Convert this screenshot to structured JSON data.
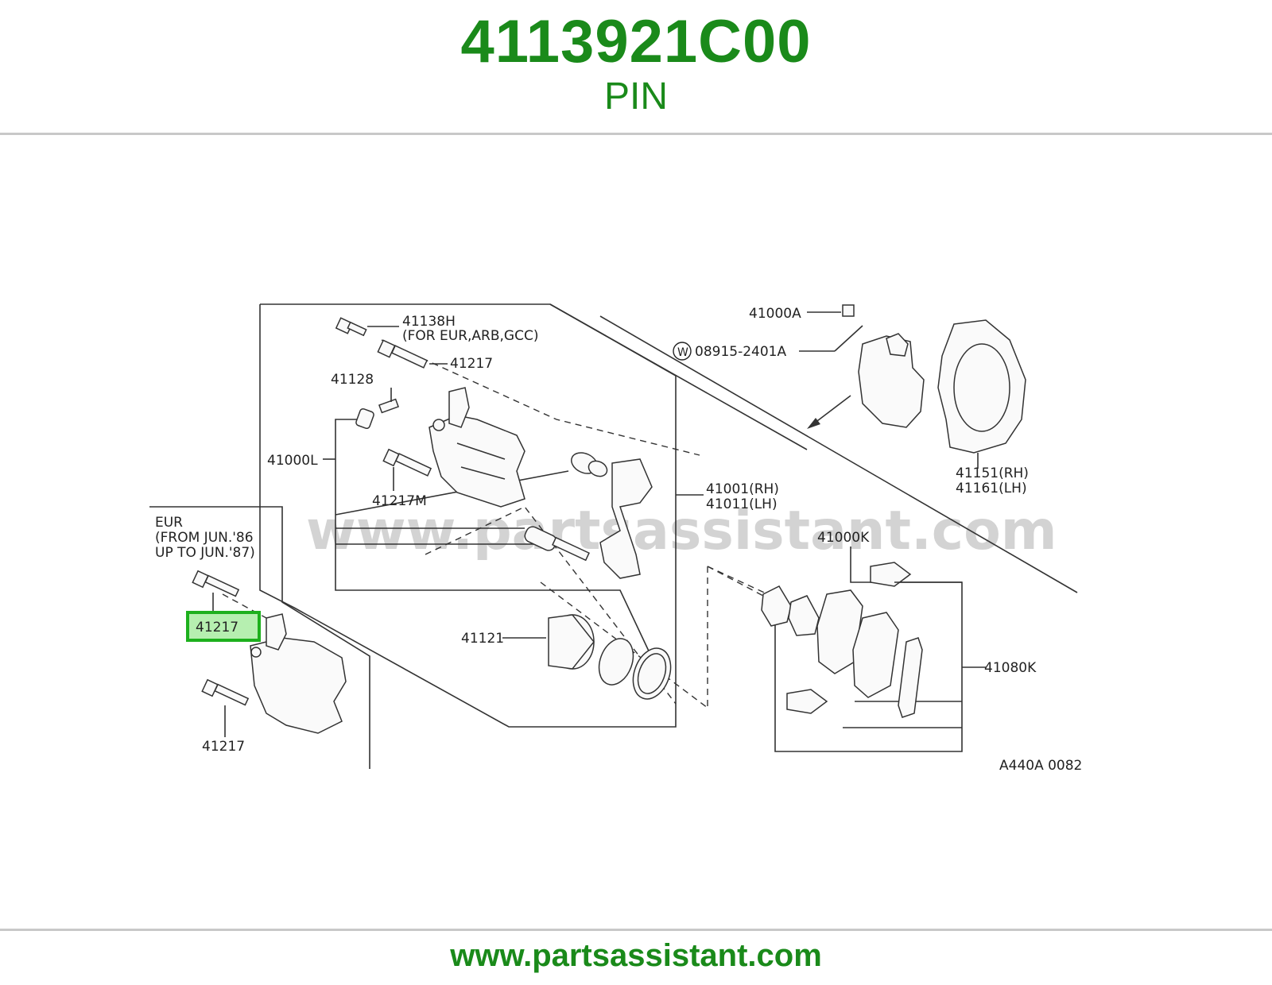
{
  "header": {
    "part_number": "4113921C00",
    "part_name": "PIN"
  },
  "footer": {
    "url": "www.partsassistant.com"
  },
  "diagram": {
    "watermark": "www.partsassistant.com",
    "highlight_color": "#1db01d",
    "accent_color": "#1a8a1a",
    "callouts": {
      "c41138h": "41138H",
      "c41138h_note": "(FOR EUR,ARB,GCC)",
      "c41217_top": "41217",
      "c41128": "41128",
      "c41000l": "41000L",
      "c41217m": "41217M",
      "c41121": "41121",
      "c41001": "41001(RH)",
      "c41011": "41011(LH)",
      "c41000a": "41000A",
      "c08915_w": "W",
      "c08915": "08915-2401A",
      "c41151": "41151(RH)",
      "c41161": "41161(LH)",
      "c41000k": "41000K",
      "c41080k": "41080K",
      "eur_title": "EUR",
      "eur_line2": "(FROM JUN.'86",
      "eur_line3": "UP TO JUN.'87)",
      "c41217_selected": "41217",
      "c41217_bottom": "41217",
      "figure_code": "A440A 0082"
    }
  }
}
